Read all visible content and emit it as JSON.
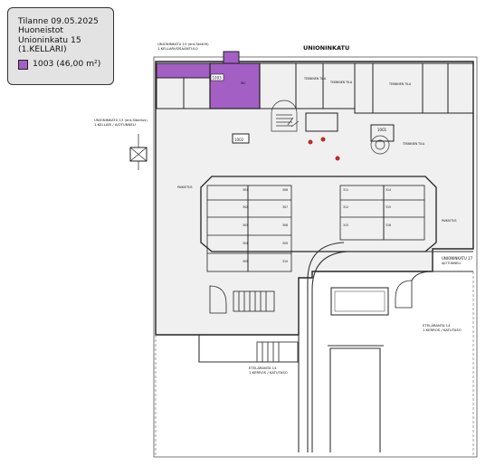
{
  "legend": {
    "status": "Tilanne 09.05.2025",
    "type": "Huoneistot",
    "address": "Unioninkatu 15",
    "floor": "(1.KELLARI)",
    "unit": "1003 (46,00 m²)",
    "unit_color": "#a35fc4"
  },
  "plan": {
    "street_top": "UNIONINKATU",
    "entrance_top": "UNIONINKATU 15 (ent.Stet09)",
    "entrance_top_sub": "1.KELLARI/SISÄÄNTULO",
    "entrance_left": "UNIONINKATU 13 (ent.Sibelius)",
    "entrance_left_sub": "1.KELLARI / AJOTUNNELI",
    "entrance_right": "UNIONINKATU 17",
    "entrance_right_sub": "AJOTUNNELI",
    "entrance_bottom_left": "ETELÄRANTA 14",
    "entrance_bottom_left_sub": "1.KERROS / KATUTASO",
    "entrance_bottom_right": "ETELÄRANTA 14",
    "entrance_bottom_right_sub": "1.KERROS / KATUTASO",
    "unit_1003": "1003",
    "unit_1002": "1002",
    "unit_1001": "1001",
    "room_1": "WC",
    "room_2": "TEKNINEN TILA",
    "room_3": "TEKNINEN TILA",
    "room_4": "TEKNINEN TILA",
    "room_5": "PAIKOITUS",
    "room_6": "TEKNINEN TILA",
    "room_7": "PAIKOITUS",
    "parking_labels": [
      "301",
      "302",
      "303",
      "304",
      "305",
      "306",
      "307",
      "308",
      "309",
      "310"
    ],
    "parking_labels_right": [
      "311",
      "312",
      "313",
      "314",
      "315",
      "316"
    ]
  }
}
